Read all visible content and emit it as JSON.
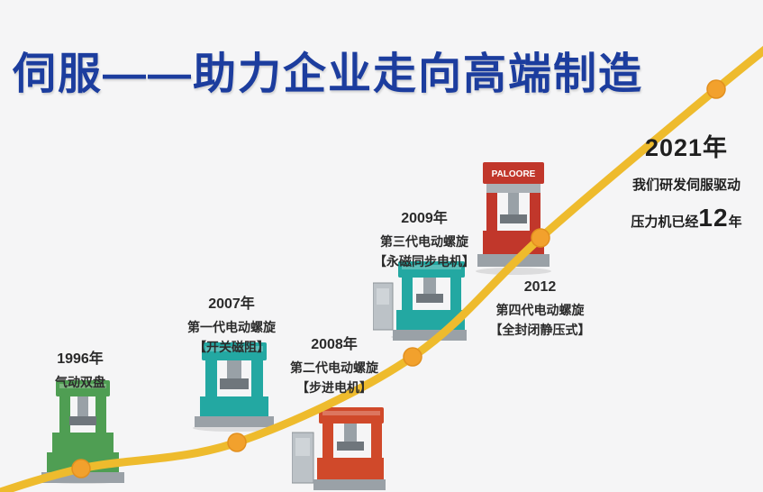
{
  "page": {
    "title": "伺服——助力企业走向高端制造",
    "title_color": "#1c3d9e",
    "background_color": "#f5f5f6"
  },
  "curve": {
    "line_color": "#eebb2d",
    "dot_color": "#f2a12d",
    "dot_border_color": "#e2901f"
  },
  "milestones": [
    {
      "year": "1996年",
      "line1": "气动双盘",
      "machine_color": "#4f9e53"
    },
    {
      "year": "2007年",
      "line1": "第一代电动螺旋",
      "line2": "【开关磁阻】",
      "machine_color": "#23a8a2"
    },
    {
      "year": "2008年",
      "line1": "第二代电动螺旋",
      "line2": "【步进电机】",
      "machine_color": "#d0492a"
    },
    {
      "year": "2009年",
      "line1": "第三代电动螺旋",
      "line2": "【永磁同步电机】",
      "machine_color": "#23a8a2"
    },
    {
      "year": "2012",
      "line1": "第四代电动螺旋",
      "line2": "【全封闭静压式】",
      "machine_color": "#c1372b",
      "machine_brand": "PALOORE"
    }
  ],
  "endpoint": {
    "year": "2021年",
    "line1": "我们研发伺服驱动",
    "line2_prefix": "压力机已经",
    "line2_number": "12",
    "line2_suffix": "年"
  }
}
